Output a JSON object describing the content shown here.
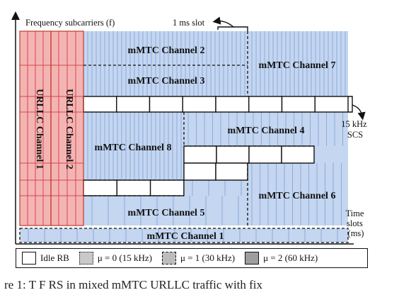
{
  "axes": {
    "y_label": "Frequency subcarriers (f)",
    "x_label": "Time\nslots\n(ms)",
    "slot_label": "1 ms slot",
    "scs_label": "15 kHz\nSCS"
  },
  "urllc": [
    {
      "name": "URLLC Channel 1"
    },
    {
      "name": "URLLC Channel 2"
    }
  ],
  "mmtc": [
    {
      "name": "mMTC Channel 1"
    },
    {
      "name": "mMTC Channel 2"
    },
    {
      "name": "mMTC Channel 3"
    },
    {
      "name": "mMTC Channel 4"
    },
    {
      "name": "mMTC Channel 5"
    },
    {
      "name": "mMTC Channel 6"
    },
    {
      "name": "mMTC Channel 7"
    },
    {
      "name": "mMTC Channel 8"
    }
  ],
  "legend": {
    "idle": "Idle RB",
    "mu0": "μ = 0 (15 kHz)",
    "mu1": "μ = 1 (30 kHz)",
    "mu2": "μ = 2 (60 kHz)"
  },
  "caption": "re 1: T F RS in mixed mMTC URLLC traffic with fix",
  "colors": {
    "urllc_fill": "#f4b4b4",
    "urllc_line": "#d24a4a",
    "mmtc_fill": "#c4d6f0",
    "mmtc_line": "#6a8fcf",
    "idle_fill": "#ffffff"
  }
}
